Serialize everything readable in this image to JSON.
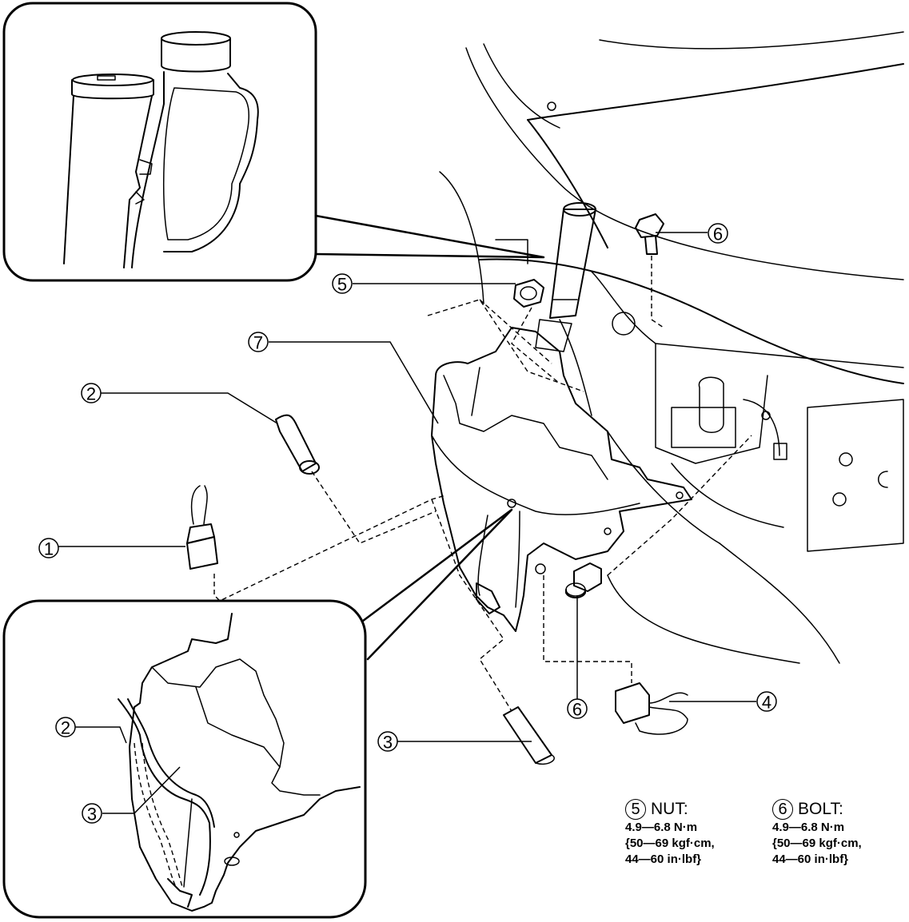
{
  "callouts": {
    "c1": "1",
    "c2": "2",
    "c3": "3",
    "c4": "4",
    "c5": "5",
    "c6": "6",
    "c7": "7"
  },
  "specs": {
    "nut": {
      "number": "5",
      "label": "NUT:",
      "line1": "4.9—6.8 N·m",
      "line2": "{50—69 kgf·cm,",
      "line3": "44—60 in·lbf}"
    },
    "bolt": {
      "number": "6",
      "label": "BOLT:",
      "line1": "4.9—6.8 N·m",
      "line2": "{50—69 kgf·cm,",
      "line3": "44—60 in·lbf}"
    }
  }
}
